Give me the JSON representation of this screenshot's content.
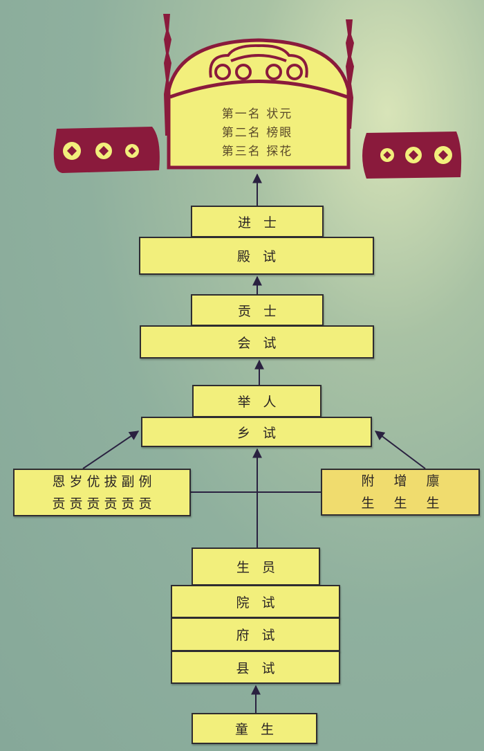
{
  "crown": {
    "lines": [
      "第一名 状元",
      "第二名 榜眼",
      "第三名 探花"
    ]
  },
  "levels": {
    "jinshi": "进士",
    "dianshi": "殿试",
    "gongshi": "贡士",
    "huishi": "会试",
    "juren": "举人",
    "xiangshi": "乡试",
    "shengyuan": "生员",
    "yuanshi": "院试",
    "fushi": "府试",
    "xianshi": "县试",
    "tongsheng": "童生"
  },
  "gong_box": {
    "top": "恩岁优拔副例",
    "bottom": "贡贡贡贡贡贡"
  },
  "sheng_box": {
    "top": "附增廪",
    "bottom": "生生生"
  },
  "colors": {
    "box": "#f2ef7c",
    "crown_red": "#8a1a3c",
    "arrow": "#2a2140"
  }
}
